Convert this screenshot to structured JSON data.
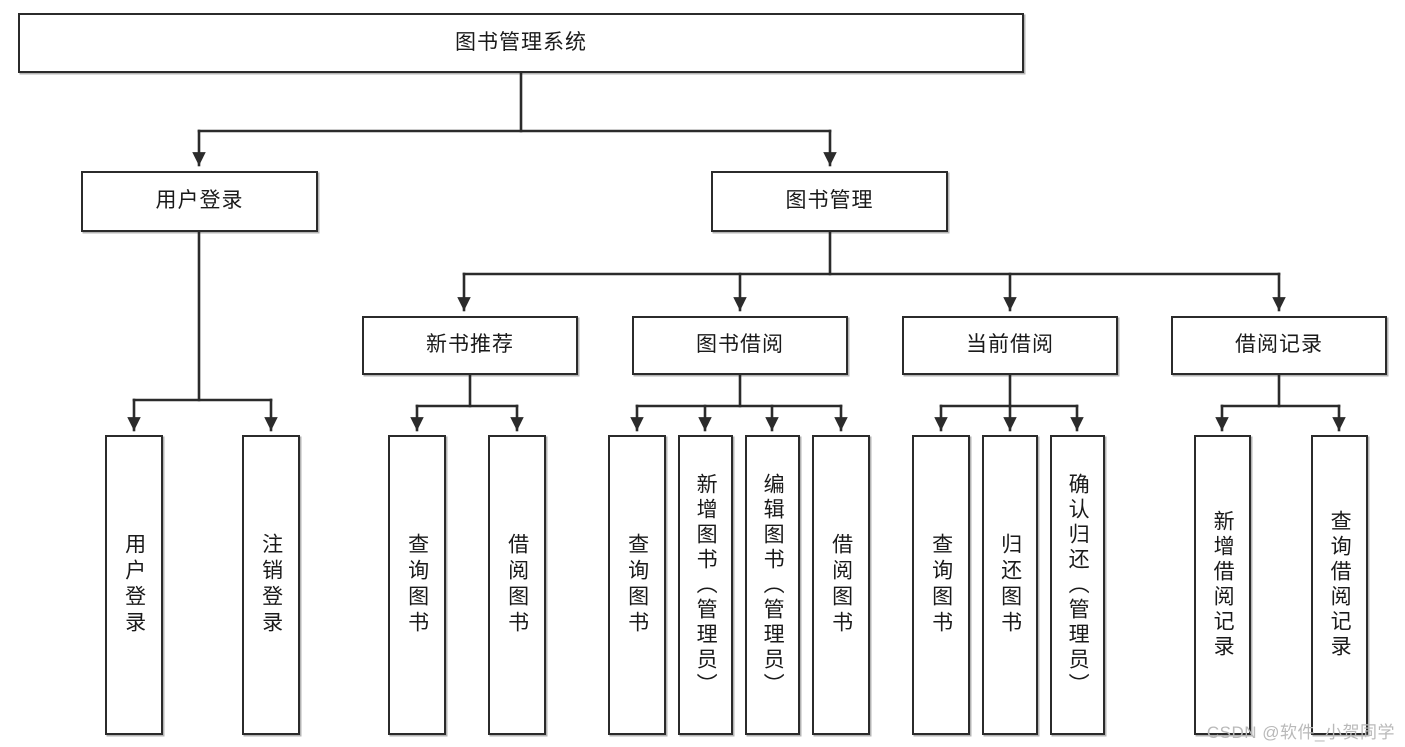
{
  "diagram": {
    "title": "图书管理系统",
    "watermark": "CSDN @软件_小贺同学",
    "colors": {
      "box_border": "#2b2b2b",
      "box_fill": "#ffffff",
      "connector": "#2b2b2b",
      "text": "#1a1a1a",
      "watermark": "#b9b9b9"
    },
    "root": {
      "label": "图书管理系统"
    },
    "level2": [
      {
        "label": "用户登录"
      },
      {
        "label": "图书管理"
      }
    ],
    "level3": [
      {
        "label": "新书推荐"
      },
      {
        "label": "图书借阅"
      },
      {
        "label": "当前借阅"
      },
      {
        "label": "借阅记录"
      }
    ],
    "leaves": {
      "user_login": [
        {
          "label": "用户登录"
        },
        {
          "label": "注销登录"
        }
      ],
      "new_book": [
        {
          "label": "查询图书"
        },
        {
          "label": "借阅图书"
        }
      ],
      "book_borrow": [
        {
          "label": "查询图书"
        },
        {
          "label": "新增图书（管理员）"
        },
        {
          "label": "编辑图书（管理员）"
        },
        {
          "label": "借阅图书"
        }
      ],
      "current_borrow": [
        {
          "label": "查询图书"
        },
        {
          "label": "归还图书"
        },
        {
          "label": "确认归还（管理员）"
        }
      ],
      "borrow_record": [
        {
          "label": "新增借阅记录"
        },
        {
          "label": "查询借阅记录"
        }
      ]
    }
  }
}
